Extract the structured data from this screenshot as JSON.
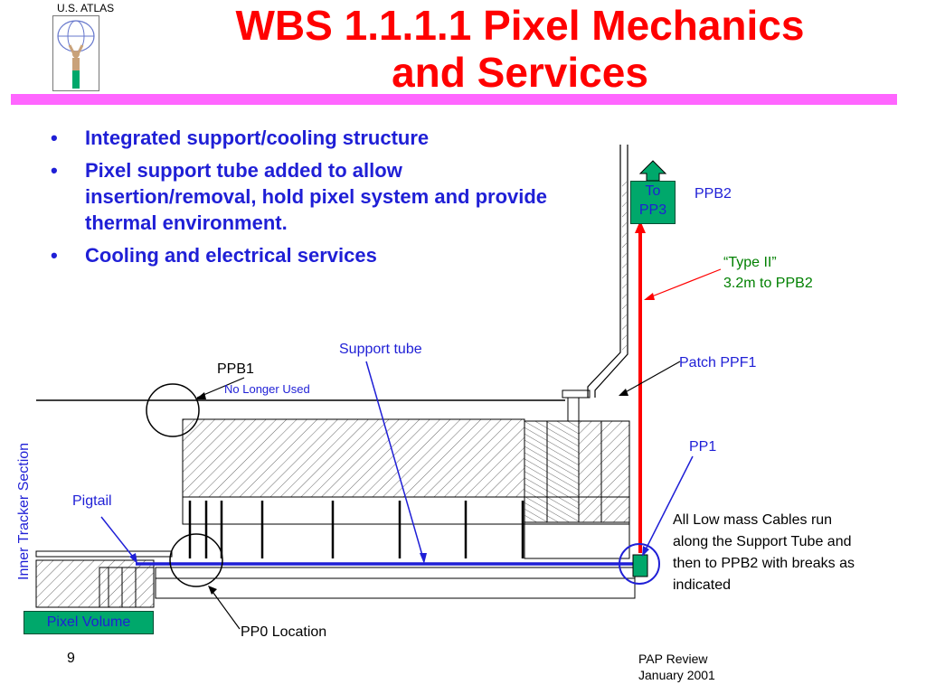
{
  "slide": {
    "title_line1": "WBS 1.1.1.1 Pixel Mechanics",
    "title_line2": "and Services",
    "logo_text": "U.S. ATLAS",
    "page_number": "9",
    "footer_line1": "PAP Review",
    "footer_line2": "January 2001"
  },
  "bullets": [
    "Integrated support/cooling structure",
    "Pixel support tube added to allow insertion/removal, hold pixel system and provide thermal environment.",
    "Cooling and electrical services"
  ],
  "labels": {
    "to_pp3_line1": "To",
    "to_pp3_line2": "PP3",
    "ppb2": "PPB2",
    "type2_line1": "“Type II”",
    "type2_line2": "3.2m to PPB2",
    "support_tube": "Support tube",
    "patch_ppf1": "Patch PPF1",
    "ppb1": "PPB1",
    "no_longer_used": "No Longer Used",
    "pp1": "PP1",
    "pigtail": "Pigtail",
    "inner_tracker": "Inner Tracker Section",
    "cables_line1": "All Low mass Cables run",
    "cables_line2": "along the Support Tube  and",
    "cables_line3": "then to PPB2 with breaks as",
    "cables_line4": "indicated",
    "pixel_volume": "Pixel Volume",
    "pp0_location": "PP0 Location"
  },
  "colors": {
    "title": "#ff0000",
    "title_bar": "#ff66ff",
    "bullet_text": "#1f1fd6",
    "service_line": "#ff0000",
    "support_tube": "#1f1fd6",
    "green_box": "#00a86b"
  }
}
